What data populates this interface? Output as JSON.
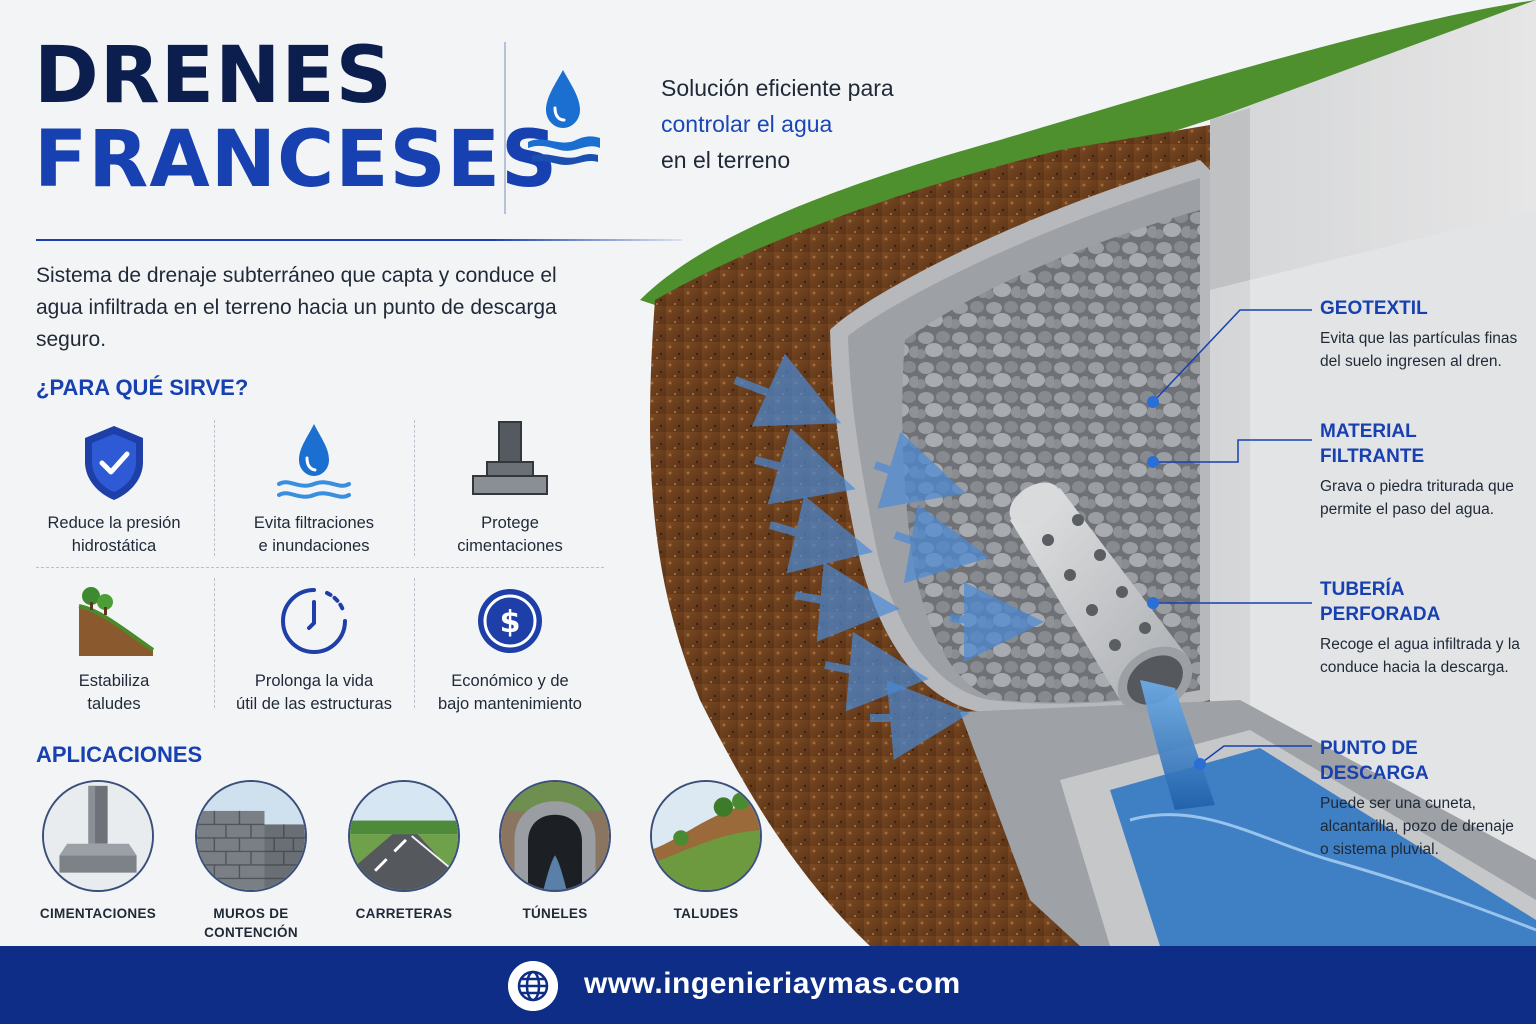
{
  "header": {
    "title_line1": "DRENES",
    "title_line2": "FRANCESES",
    "tagline_line1": "Solución eficiente para",
    "tagline_line2": "controlar el agua",
    "tagline_line3": "en el terreno"
  },
  "intro": "Sistema de drenaje subterráneo que capta y conduce el agua infiltrada en el terreno hacia un punto de descarga seguro.",
  "purpose": {
    "heading": "¿PARA QUÉ SIRVE?",
    "items": [
      {
        "line1": "Reduce la presión",
        "line2": "hidrostática",
        "icon": "shield-check-icon"
      },
      {
        "line1": "Evita filtraciones",
        "line2": "e inundaciones",
        "icon": "water-drop-icon"
      },
      {
        "line1": "Protege",
        "line2": "cimentaciones",
        "icon": "foundation-icon"
      },
      {
        "line1": "Estabiliza",
        "line2": "taludes",
        "icon": "slope-icon"
      },
      {
        "line1": "Prolonga la vida",
        "line2": "útil de las estructuras",
        "icon": "clock-icon"
      },
      {
        "line1": "Económico y de",
        "line2": "bajo mantenimiento",
        "icon": "dollar-icon"
      }
    ]
  },
  "applications": {
    "heading": "APLICACIONES",
    "items": [
      {
        "line1": "CIMENTACIONES",
        "line2": "",
        "icon": "foundation-column-icon"
      },
      {
        "line1": "MUROS DE",
        "line2": "CONTENCIÓN",
        "icon": "retaining-wall-icon"
      },
      {
        "line1": "CARRETERAS",
        "line2": "",
        "icon": "road-icon"
      },
      {
        "line1": "TÚNELES",
        "line2": "",
        "icon": "tunnel-icon"
      },
      {
        "line1": "TALUDES",
        "line2": "",
        "icon": "hillside-icon"
      }
    ]
  },
  "callouts": [
    {
      "title_line1": "GEOTEXTIL",
      "title_line2": "",
      "description": "Evita que las partículas finas del suelo ingresen al dren."
    },
    {
      "title_line1": "MATERIAL",
      "title_line2": "FILTRANTE",
      "description": "Grava o piedra triturada que permite el paso del agua."
    },
    {
      "title_line1": "TUBERÍA",
      "title_line2": "PERFORADA",
      "description": "Recoge el agua infiltrada y la conduce hacia la descarga."
    },
    {
      "title_line1": "PUNTO DE",
      "title_line2": "DESCARGA",
      "description": "Puede ser una cuneta, alcantarilla, pozo de drenaje o sistema pluvial."
    }
  ],
  "footer": {
    "url": "www.ingenieriaymas.com",
    "icon": "globe-icon"
  },
  "colors": {
    "navy": "#0b1e4e",
    "brand_blue": "#1740b0",
    "footer_blue": "#0d2d86",
    "water_blue": "#2f7fd1"
  }
}
